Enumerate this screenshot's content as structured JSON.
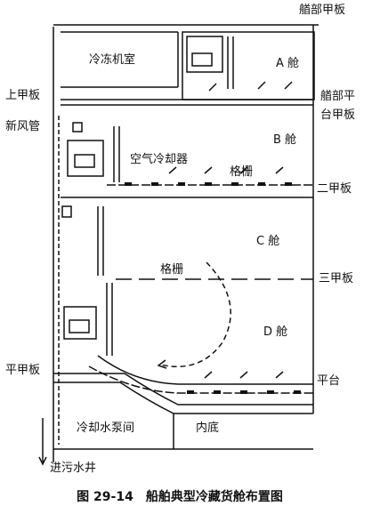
{
  "figure": {
    "number": "图 29-14",
    "title": "船舶典型冷藏货舱布置图"
  },
  "labels": {
    "top_right": "艏部甲板",
    "engine_room": "冷冻机室",
    "hold_a": "A 舱",
    "upper_deck": "上甲板",
    "fore_platform_deck_1": "艏部平",
    "fore_platform_deck_2": "台甲板",
    "fresh_air_pipe": "新风管",
    "hold_b": "B 舱",
    "air_cooler": "空气冷却器",
    "grating_b": "格栅",
    "second_deck": "二甲板",
    "hold_c": "C 舱",
    "grating_c": "格栅",
    "third_deck": "三甲板",
    "hold_d": "D 舱",
    "flat_deck": "平甲板",
    "platform": "平台",
    "pump_room": "冷却水泵间",
    "inner_bottom": "内底",
    "sewage_well": "进污水井"
  }
}
